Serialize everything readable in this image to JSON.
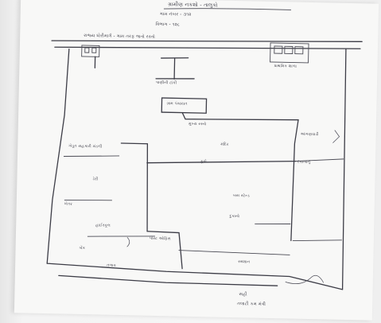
{
  "header": {
    "line1": "ગ્રામીણ નકશો - તાલુકો",
    "line2": "ગામ નંબર - ૩૧૨",
    "line3": "વિભાગ - ૧૨૮"
  },
  "top_road": "રાજ્ય ધોરીમાર્ગ - ગામ તરફ જતો રસ્તો",
  "labels": {
    "school_top": "પ્રાથમિક શાળા",
    "tank": "પાણીની ટાંકી",
    "panchayat": "ગ્રામ પંચાયત",
    "road_mid": "મુખ્ય રસ્તો",
    "temple": "મંદિર",
    "left_block": "ખેડૂત સહકારી મંડળી",
    "dairy": "ડેરી",
    "well": "કૂવો",
    "right_top": "આંગણવાડી",
    "right_mid": "દવાખાનું",
    "mid_right_1": "બસ સ્ટેન્ડ",
    "mid_right_2": "દુકાનો",
    "bottom_left_1": "હાઈસ્કૂલ",
    "bottom_left_2": "પોસ્ટ ઓફિસ",
    "bottom_left_3": "બેંક",
    "bottom_left_4": "તળાવ",
    "bottom_right": "સ્મશાન",
    "left_lower": "ખેતર"
  },
  "footer": {
    "line1": "સહી",
    "line2": "તલાટી કમ મંત્રી"
  }
}
